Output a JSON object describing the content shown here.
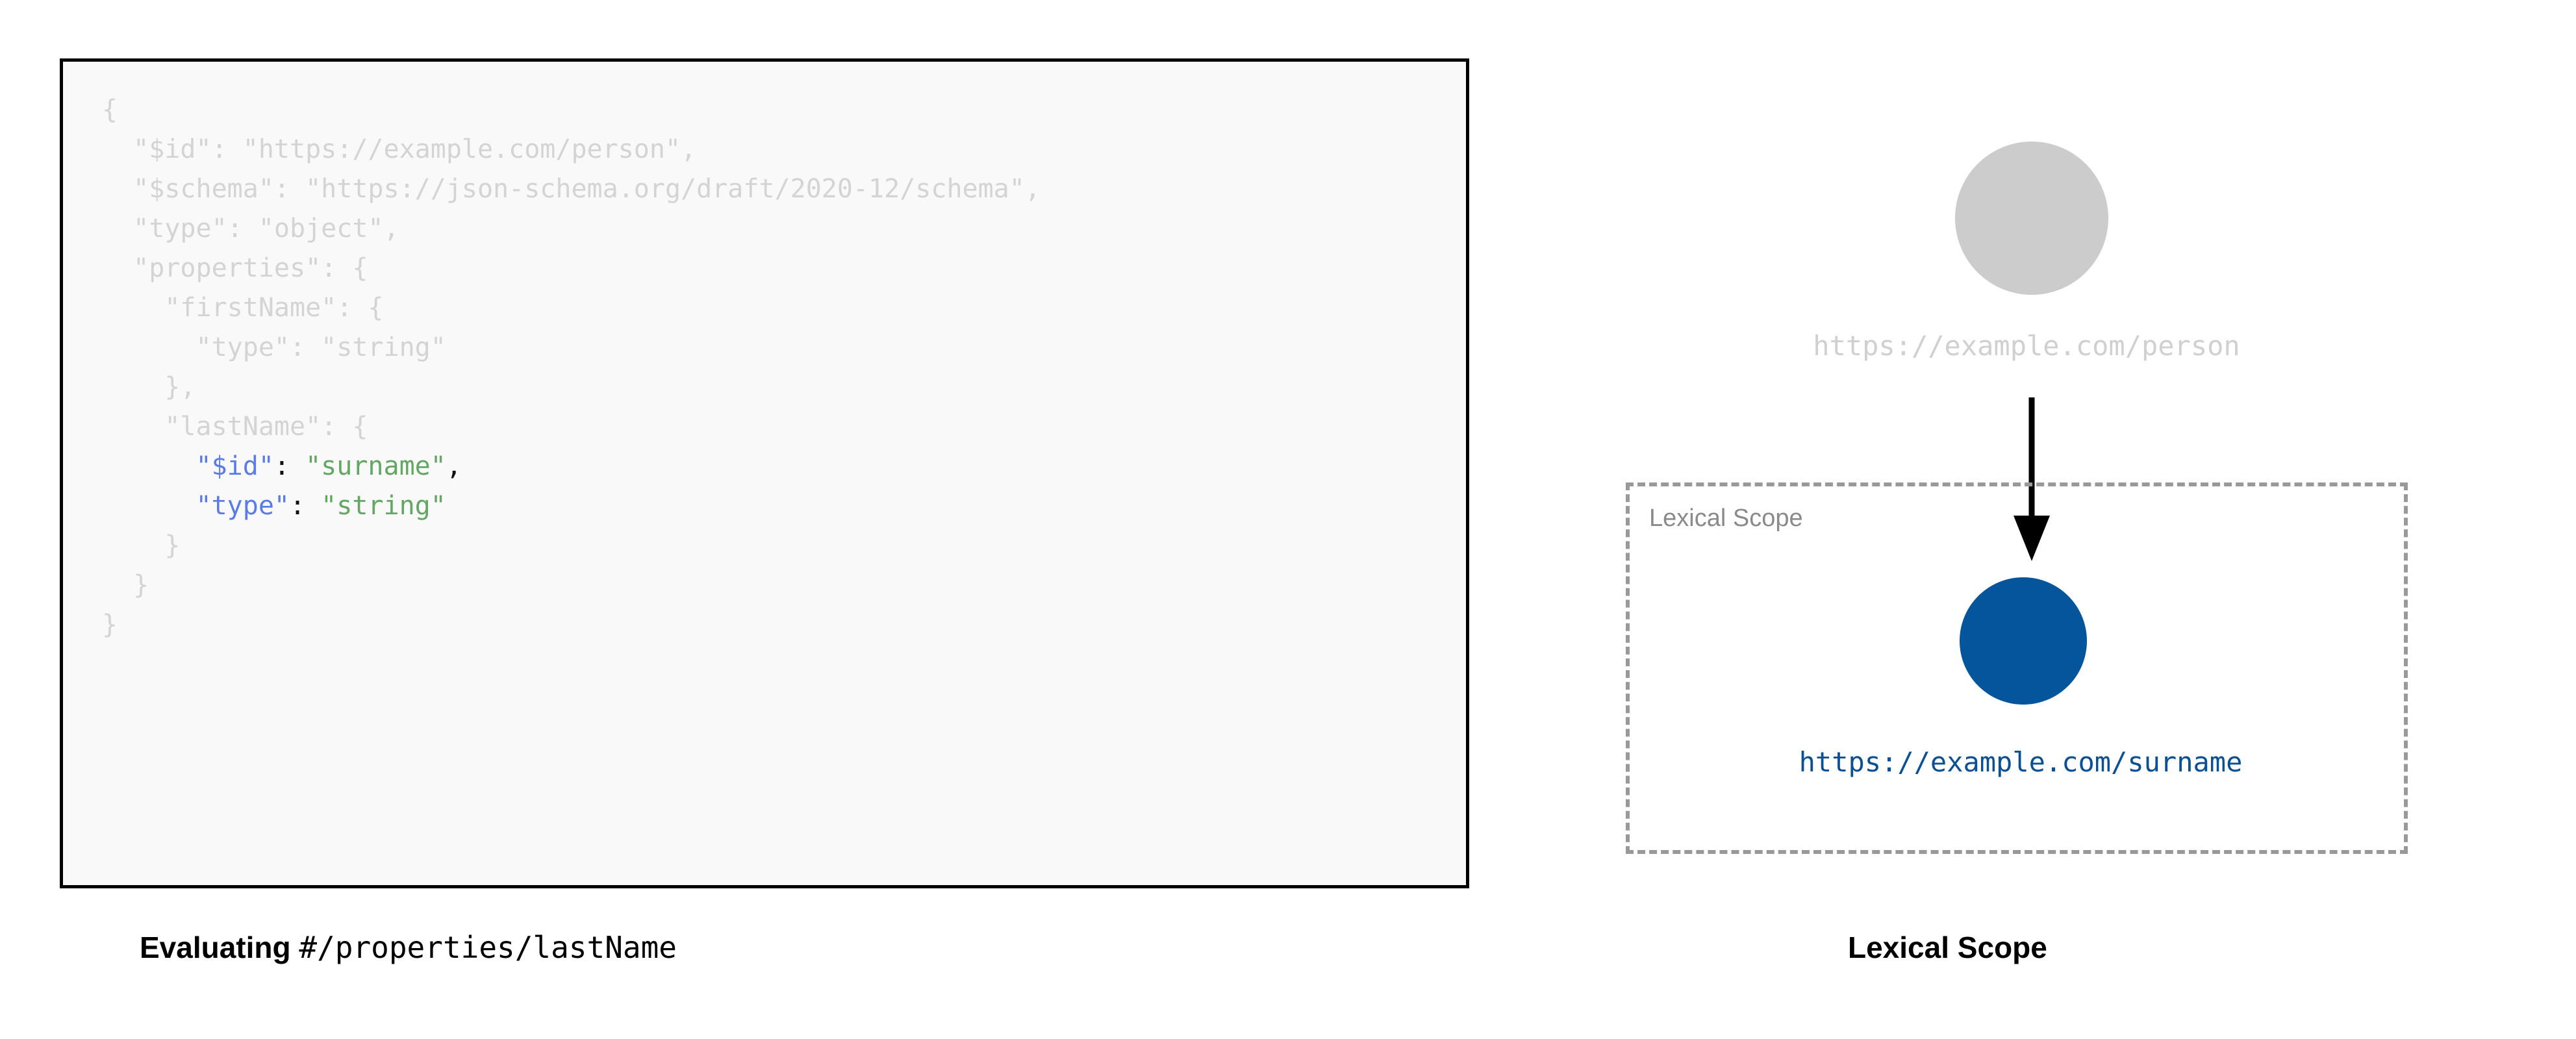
{
  "code_panel": {
    "language": "json",
    "lines": [
      {
        "indent": 0,
        "tokens": [
          {
            "text": "{",
            "style": "dim"
          }
        ]
      },
      {
        "indent": 1,
        "tokens": [
          {
            "text": "\"$id\": \"https://example.com/person\",",
            "style": "dim"
          }
        ]
      },
      {
        "indent": 1,
        "tokens": [
          {
            "text": "\"$schema\": \"https://json-schema.org/draft/2020-12/schema\",",
            "style": "dim"
          }
        ]
      },
      {
        "indent": 1,
        "tokens": [
          {
            "text": "\"type\": \"object\",",
            "style": "dim"
          }
        ]
      },
      {
        "indent": 1,
        "tokens": [
          {
            "text": "\"properties\": {",
            "style": "dim"
          }
        ]
      },
      {
        "indent": 2,
        "tokens": [
          {
            "text": "\"firstName\": {",
            "style": "dim"
          }
        ]
      },
      {
        "indent": 3,
        "tokens": [
          {
            "text": "\"type\": \"string\"",
            "style": "dim"
          }
        ]
      },
      {
        "indent": 2,
        "tokens": [
          {
            "text": "},",
            "style": "dim"
          }
        ]
      },
      {
        "indent": 2,
        "tokens": [
          {
            "text": "\"lastName\": {",
            "style": "dim"
          }
        ]
      },
      {
        "indent": 3,
        "tokens": [
          {
            "text": "\"$id\"",
            "style": "key"
          },
          {
            "text": ": ",
            "style": "punct"
          },
          {
            "text": "\"surname\"",
            "style": "str"
          },
          {
            "text": ",",
            "style": "punct"
          }
        ]
      },
      {
        "indent": 3,
        "tokens": [
          {
            "text": "\"type\"",
            "style": "key"
          },
          {
            "text": ": ",
            "style": "punct"
          },
          {
            "text": "\"string\"",
            "style": "str"
          }
        ]
      },
      {
        "indent": 2,
        "tokens": [
          {
            "text": "}",
            "style": "dim"
          }
        ]
      },
      {
        "indent": 1,
        "tokens": [
          {
            "text": "}",
            "style": "dim"
          }
        ]
      },
      {
        "indent": 0,
        "tokens": [
          {
            "text": "}",
            "style": "dim"
          }
        ]
      }
    ]
  },
  "left_caption": {
    "prefix": "Evaluating",
    "pointer": "#/properties/lastName"
  },
  "scope_diagram": {
    "outer_node": {
      "label": "https://example.com/person",
      "color": "#cccccc",
      "label_color": "#d0d0d0"
    },
    "arrow": {
      "name": "downward-arrow",
      "color": "#000000"
    },
    "lexical_scope_box": {
      "label": "Lexical Scope",
      "border_color": "#999999",
      "label_color": "#8a8a8a"
    },
    "inner_node": {
      "label": "https://example.com/surname",
      "color": "#05559c",
      "label_color": "#0b4f94"
    }
  },
  "right_caption": {
    "text": "Lexical Scope"
  },
  "palette": {
    "code_dim": "#d4d4d4",
    "code_key_blue": "#5b7ce5",
    "code_string_green": "#62a862",
    "code_punct": "#111111",
    "code_bg": "#f9f9f9",
    "code_border": "#000000",
    "node_gray": "#cccccc",
    "node_blue": "#05559c",
    "dashed_gray": "#999999"
  }
}
